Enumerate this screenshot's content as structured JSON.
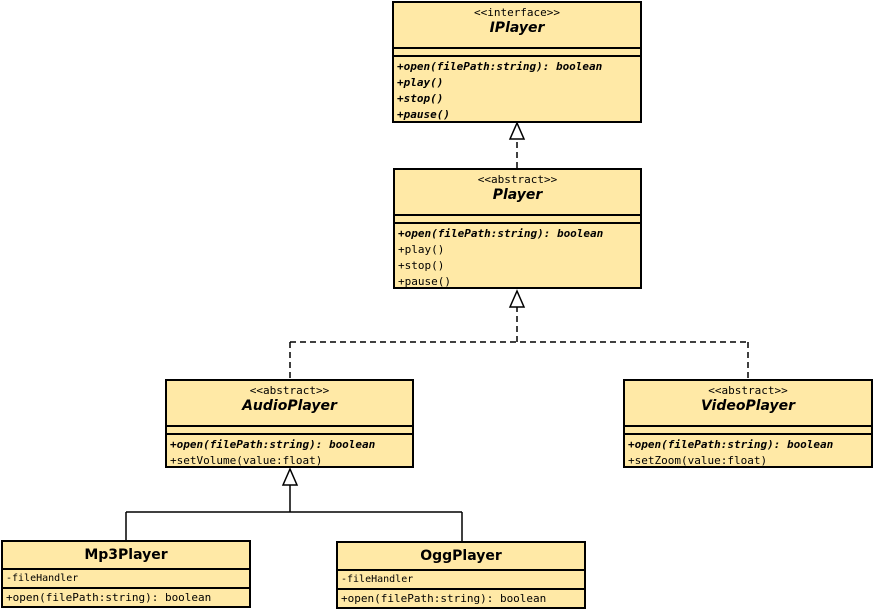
{
  "diagram": {
    "classes": {
      "iplayer": {
        "stereotype": "<<interface>>",
        "name": "IPlayer",
        "attributes": [],
        "methods": [
          {
            "text": "+open(filePath:string): boolean",
            "abstract": true
          },
          {
            "text": "+play()",
            "abstract": true
          },
          {
            "text": "+stop()",
            "abstract": true
          },
          {
            "text": "+pause()",
            "abstract": true
          }
        ]
      },
      "player": {
        "stereotype": "<<abstract>>",
        "name": "Player",
        "attributes": [],
        "methods": [
          {
            "text": "+open(filePath:string): boolean",
            "abstract": true
          },
          {
            "text": "+play()",
            "abstract": false
          },
          {
            "text": "+stop()",
            "abstract": false
          },
          {
            "text": "+pause()",
            "abstract": false
          }
        ]
      },
      "audioplayer": {
        "stereotype": "<<abstract>>",
        "name": "AudioPlayer",
        "attributes": [],
        "methods": [
          {
            "text": "+open(filePath:string): boolean",
            "abstract": true
          },
          {
            "text": "+setVolume(value:float)",
            "abstract": false
          }
        ]
      },
      "videoplayer": {
        "stereotype": "<<abstract>>",
        "name": "VideoPlayer",
        "attributes": [],
        "methods": [
          {
            "text": "+open(filePath:string): boolean",
            "abstract": true
          },
          {
            "text": "+setZoom(value:float)",
            "abstract": false
          }
        ]
      },
      "mp3player": {
        "stereotype": "",
        "name": "Mp3Player",
        "attributes": [
          "-fileHandler"
        ],
        "methods": [
          {
            "text": "+open(filePath:string): boolean",
            "abstract": false
          }
        ]
      },
      "oggplayer": {
        "stereotype": "",
        "name": "OggPlayer",
        "attributes": [
          "-fileHandler"
        ],
        "methods": [
          {
            "text": "+open(filePath:string): boolean",
            "abstract": false
          }
        ]
      }
    },
    "relations": [
      {
        "from": "player",
        "to": "iplayer",
        "type": "realization"
      },
      {
        "from": "audioplayer",
        "to": "player",
        "type": "realization"
      },
      {
        "from": "videoplayer",
        "to": "player",
        "type": "realization"
      },
      {
        "from": "mp3player",
        "to": "audioplayer",
        "type": "generalization"
      },
      {
        "from": "oggplayer",
        "to": "audioplayer",
        "type": "generalization"
      }
    ],
    "colors": {
      "class_fill": "#ffe9a6",
      "line": "#000000"
    }
  }
}
